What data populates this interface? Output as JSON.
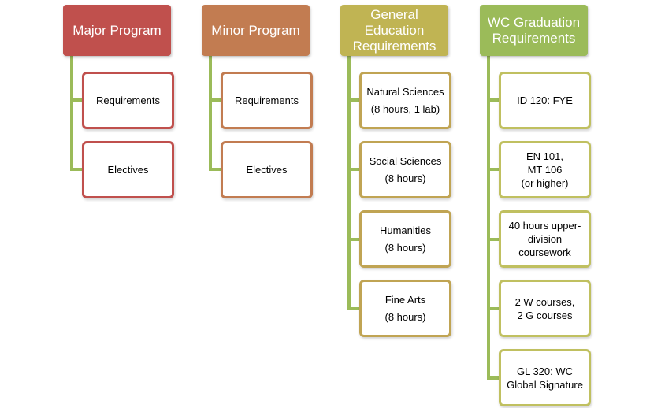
{
  "colors": {
    "major": "#c0504d",
    "minor": "#c27c51",
    "gened": "#c0b453",
    "wc": "#9bbb59",
    "connector": "#9bbb59",
    "major_border": "#c0504d",
    "minor_border": "#c27c51",
    "gened_border": "#c0a453",
    "wc_border": "#c0c060"
  },
  "columns": [
    {
      "title": "Major Program",
      "items": [
        "Requirements",
        "Electives"
      ]
    },
    {
      "title": "Minor Program",
      "items": [
        "Requirements",
        "Electives"
      ]
    },
    {
      "title": "General\nEducation\nRequirements",
      "items": [
        "Natural Sciences\n(8 hours, 1 lab)",
        "Social Sciences\n(8 hours)",
        "Humanities\n(8 hours)",
        "Fine Arts\n(8 hours)"
      ]
    },
    {
      "title": "WC Graduation\nRequirements",
      "items": [
        "ID 120: FYE",
        "EN 101,\nMT 106\n(or higher)",
        "40 hours upper-\ndivision\ncoursework",
        "2 W courses,\n2 G courses",
        "GL 320: WC\nGlobal Signature"
      ]
    }
  ]
}
